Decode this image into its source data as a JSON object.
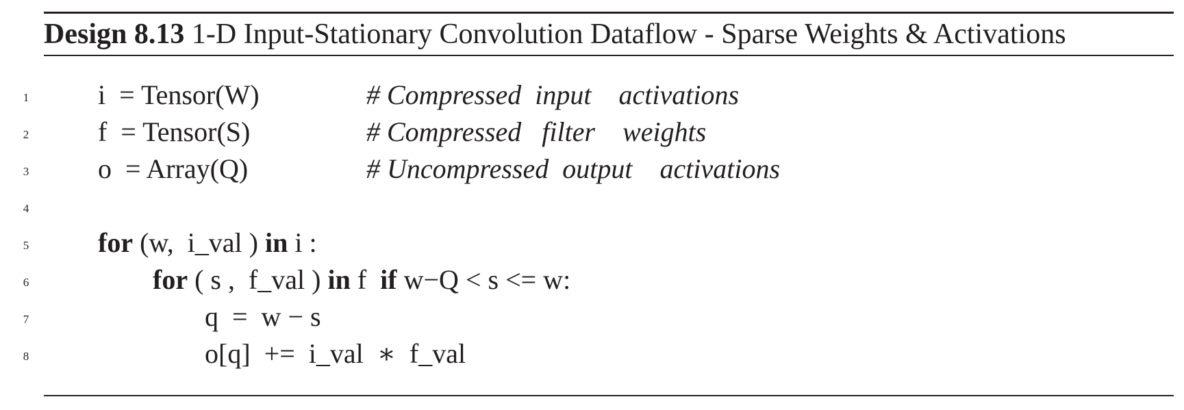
{
  "caption": {
    "label": "Design 8.13",
    "title": "1-D Input-Stationary Convolution Dataflow - Sparse Weights & Activations"
  },
  "lines": [
    {
      "no": "1",
      "code": "i  = Tensor(W)",
      "comment": "# Compressed  input    activations"
    },
    {
      "no": "2",
      "code": "f  = Tensor(S)",
      "comment": "# Compressed   filter    weights"
    },
    {
      "no": "3",
      "code": "o  = Array(Q)",
      "comment": "# Uncompressed  output    activations"
    },
    {
      "no": "4"
    },
    {
      "no": "5",
      "kw_for": "for",
      "tuple": " (w,  i_val )",
      "kw_in": "in",
      "rest": " i :"
    },
    {
      "no": "6",
      "kw_for": "for",
      "tuple": " ( s ,  f_val )",
      "kw_in": "in",
      "mid": " f  ",
      "kw_if": "if",
      "rest": " w−Q < s <= w:"
    },
    {
      "no": "7",
      "code": "q  =  w − s"
    },
    {
      "no": "8",
      "code": "o[q]  +=  i_val  ∗  f_val"
    }
  ]
}
